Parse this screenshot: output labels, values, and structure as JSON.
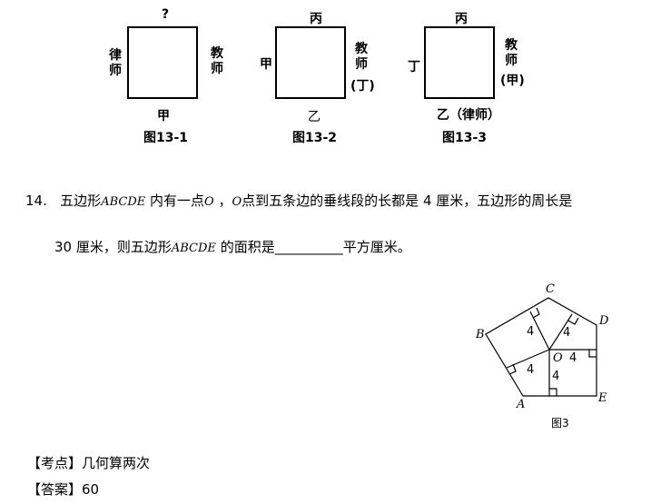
{
  "figures": [
    {
      "top": "?",
      "left": [
        "律",
        "师"
      ],
      "right": [
        "教",
        "师"
      ],
      "bottom": "甲",
      "caption": "图13-1"
    },
    {
      "top": "丙",
      "left": [
        "甲"
      ],
      "right": [
        "教",
        "师",
        "(丁)"
      ],
      "bottom": "乙",
      "caption": "图13-2"
    },
    {
      "top": "丙",
      "left": [
        "丁"
      ],
      "right": [
        "教",
        "师",
        "(甲)"
      ],
      "bottom": "乙（律师）",
      "caption": "图13-3"
    }
  ],
  "question": {
    "number": "14.",
    "line1_a": "五边形",
    "abcde": "ABCDE",
    "line1_b": "内有一点",
    "o": "O",
    "line1_c": "，",
    "line1_d": "点到五条边的垂线段的长都是 4 厘米，五边形的周长是",
    "line2_a": "30 厘米，则五边形",
    "line2_b": "的面积是__________平方厘米。"
  },
  "diagram": {
    "labels": {
      "A": "A",
      "B": "B",
      "C": "C",
      "D": "D",
      "E": "E",
      "O": "O"
    },
    "lengths": [
      "4",
      "4",
      "4",
      "4",
      "4"
    ],
    "caption": "图3"
  },
  "kaodian": "【考点】几何算两次",
  "answer": "【答案】60"
}
